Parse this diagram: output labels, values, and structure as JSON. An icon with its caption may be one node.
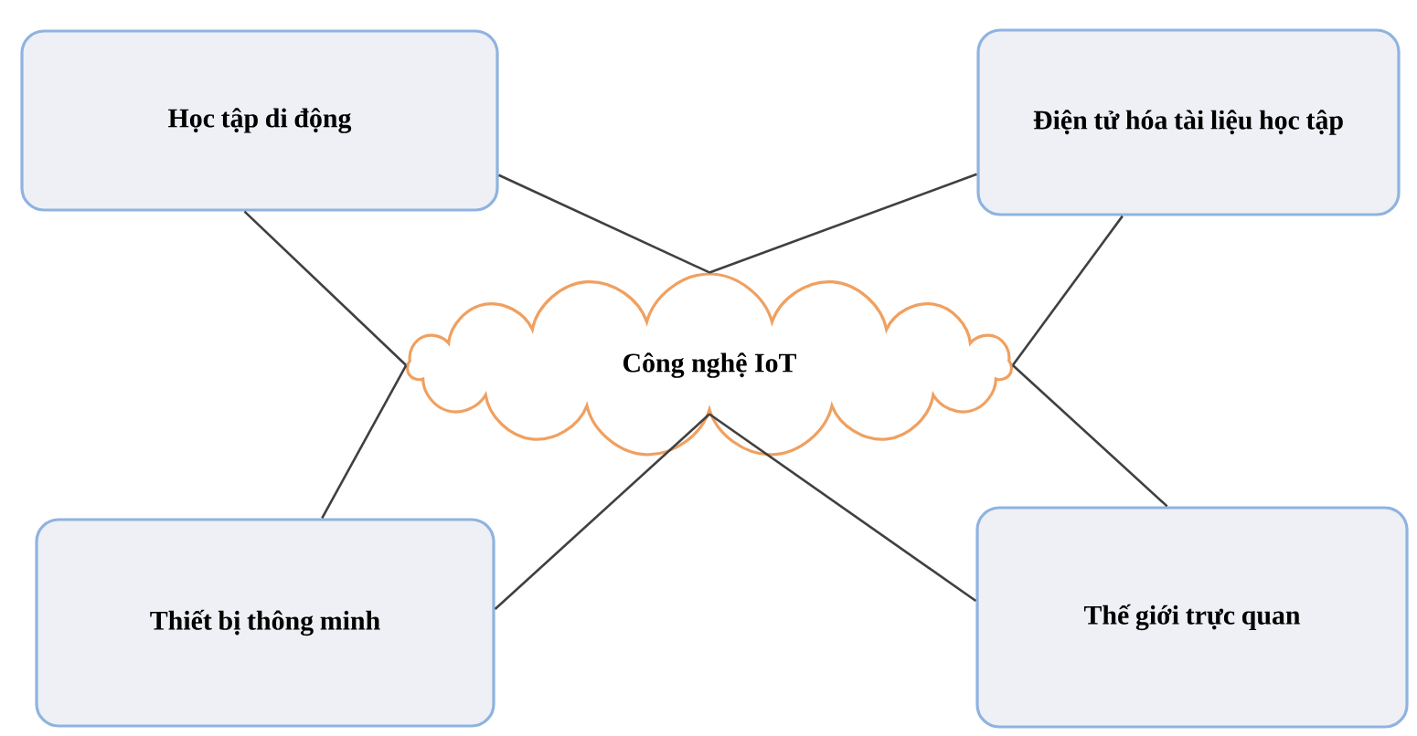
{
  "diagram": {
    "nodes": [
      {
        "text": [
          "Học tập di động"
        ]
      },
      {
        "text": [
          "Điện tử hóa tài liệu học tập"
        ]
      },
      {
        "text": [
          "Công nghệ IoT"
        ]
      },
      {
        "text": [
          "Thiết bị thông minh"
        ]
      },
      {
        "text": [
          "Thế giới trực quan"
        ]
      }
    ],
    "edges": [
      {
        "from": 0,
        "to": 2,
        "arrow": "none"
      },
      {
        "from": 0,
        "to": 2,
        "arrow": "none"
      },
      {
        "from": 1,
        "to": 2,
        "arrow": "none"
      },
      {
        "from": 1,
        "to": 2,
        "arrow": "none"
      },
      {
        "from": 3,
        "to": 2,
        "arrow": "none"
      },
      {
        "from": 3,
        "to": 2,
        "arrow": "none"
      },
      {
        "from": 4,
        "to": 2,
        "arrow": "none"
      },
      {
        "from": 4,
        "to": 2,
        "arrow": "none"
      }
    ]
  }
}
